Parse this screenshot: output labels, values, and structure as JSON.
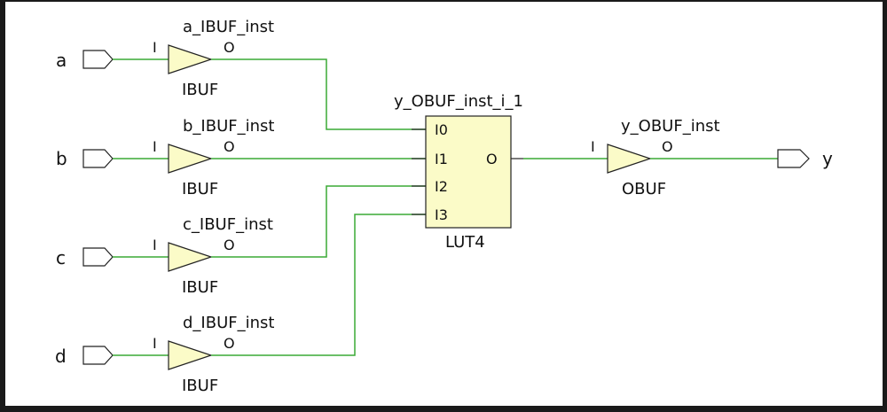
{
  "colors": {
    "wire": "#3aaa35",
    "cell_fill": "#fbfbc8",
    "frame": "#1a1a1a"
  },
  "inputs": [
    {
      "port": "a",
      "inst": "a_IBUF_inst",
      "type": "IBUF",
      "pin_in": "I",
      "pin_out": "O"
    },
    {
      "port": "b",
      "inst": "b_IBUF_inst",
      "type": "IBUF",
      "pin_in": "I",
      "pin_out": "O"
    },
    {
      "port": "c",
      "inst": "c_IBUF_inst",
      "type": "IBUF",
      "pin_in": "I",
      "pin_out": "O"
    },
    {
      "port": "d",
      "inst": "d_IBUF_inst",
      "type": "IBUF",
      "pin_in": "I",
      "pin_out": "O"
    }
  ],
  "lut": {
    "inst": "y_OBUF_inst_i_1",
    "type": "LUT4",
    "pins_in": [
      "I0",
      "I1",
      "I2",
      "I3"
    ],
    "pin_out": "O"
  },
  "output": {
    "port": "y",
    "inst": "y_OBUF_inst",
    "type": "OBUF",
    "pin_in": "I",
    "pin_out": "O"
  }
}
